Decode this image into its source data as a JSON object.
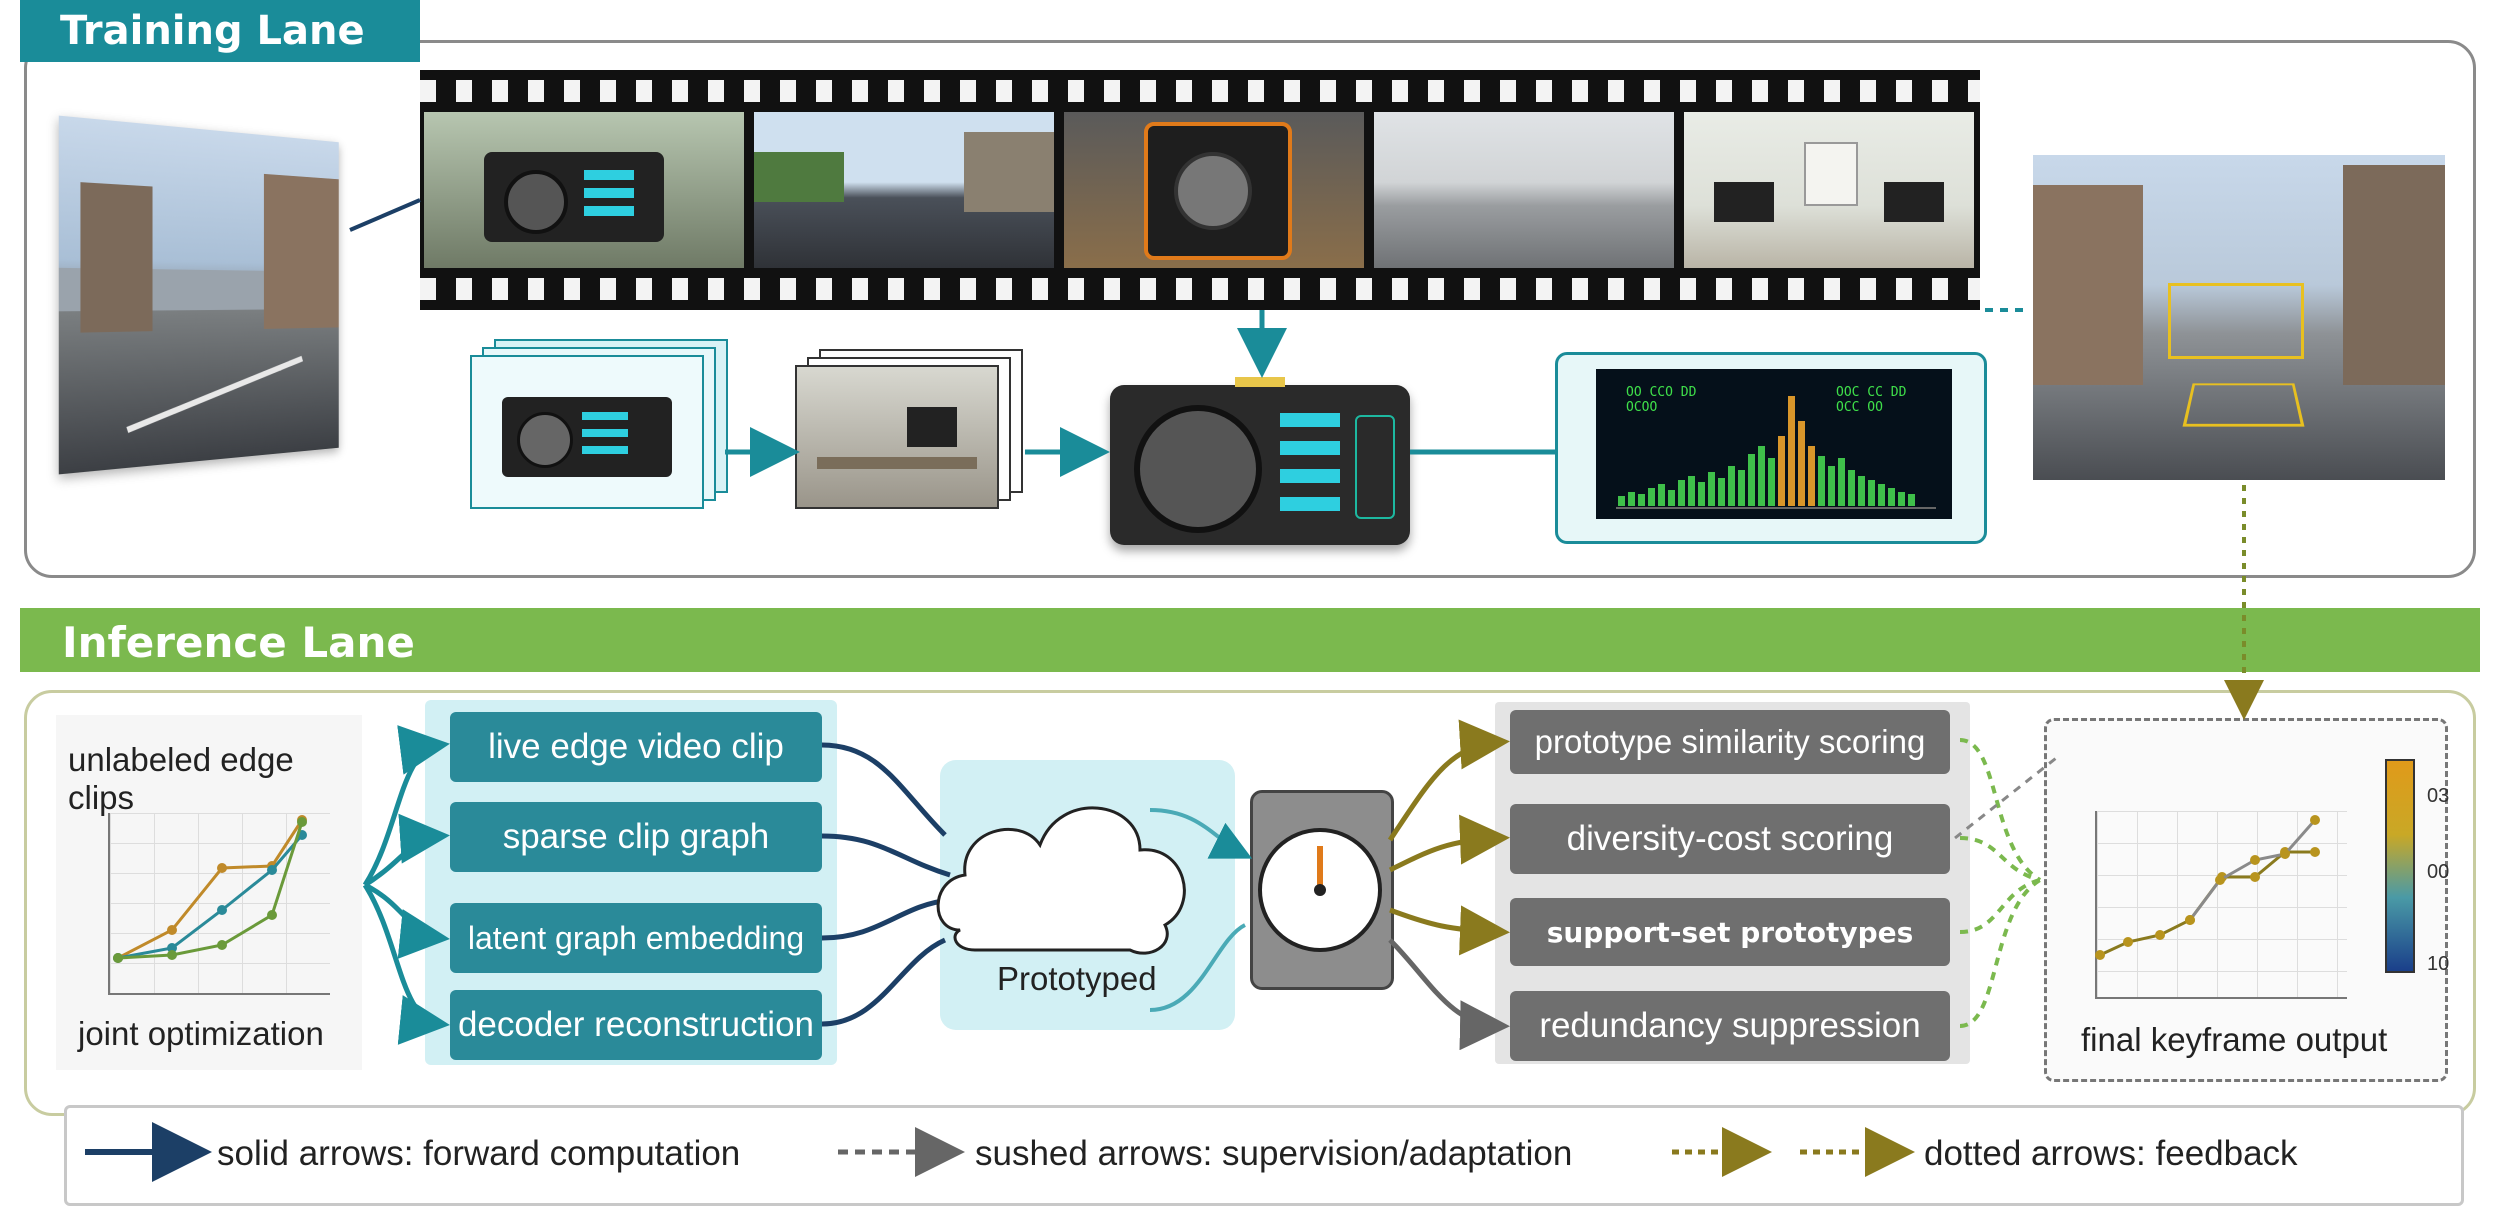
{
  "training_lane": {
    "title": "Training Lane"
  },
  "inference_lane": {
    "title": "Inference Lane"
  },
  "left_panel": {
    "title": "unlabeled edge clips",
    "caption": "joint optimization",
    "series_colors": [
      "#c08a2a",
      "#2a8a99",
      "#6a9a3a"
    ]
  },
  "pipeline_boxes": [
    "live edge video clip",
    "sparse clip graph",
    "latent graph embedding",
    "decoder reconstruction"
  ],
  "cloud": {
    "label": "Prototyped"
  },
  "scoring_boxes": [
    "prototype similarity scoring",
    "diversity-cost scoring",
    "support-set prototypes",
    "redundancy suppression"
  ],
  "output_panel": {
    "caption": "final keyframe output",
    "colorbar_ticks": [
      "03",
      "00",
      "10"
    ]
  },
  "monitor": {
    "readout_left": "OO CCO DD\nOCOO",
    "readout_right": "OOC CC DD\nOCC OO"
  },
  "legend": {
    "solid": "solid arrows: forward computation",
    "dashed": "sushed arrows: supervision/adaptation",
    "dotted": "dotted arrows: feedback"
  },
  "colors": {
    "teal": "#1a8c99",
    "green_bar": "#7bb94e",
    "navy": "#1c3f66",
    "olive": "#8a7a1e",
    "gray_box": "#6f6f6f"
  }
}
